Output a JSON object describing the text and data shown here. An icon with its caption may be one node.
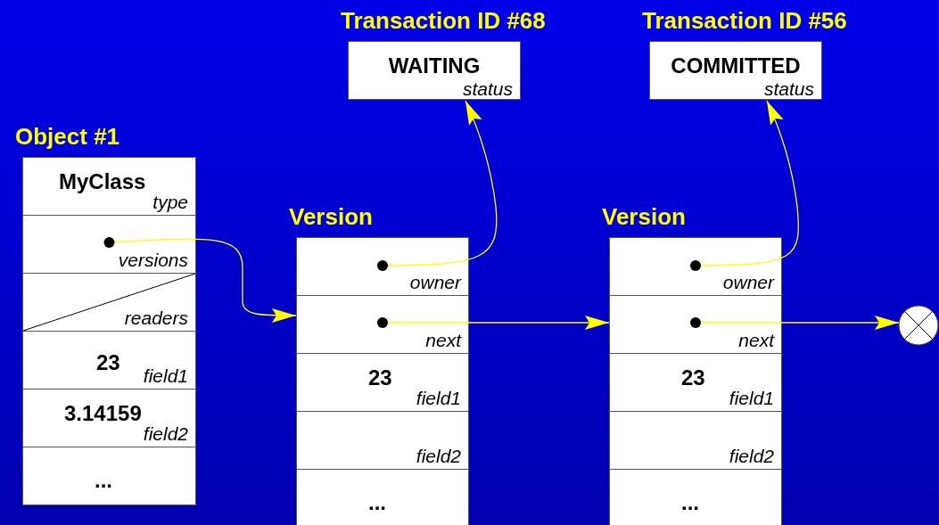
{
  "diagram": {
    "nodes": [
      {
        "text": [
          "Transaction ID #68",
          "WAITING",
          "status"
        ]
      },
      {
        "text": [
          "Transaction ID #56",
          "COMMITTED",
          "status"
        ]
      },
      {
        "text": [
          "Object #1"
        ]
      },
      {
        "text": [
          "MyClass",
          "type"
        ],
        "in": 2
      },
      {
        "text": [
          "versions"
        ],
        "in": 2
      },
      {
        "text": [
          "readers"
        ],
        "in": 2
      },
      {
        "text": [
          "23",
          "field1"
        ],
        "in": 2
      },
      {
        "text": [
          "3.14159",
          "field2"
        ],
        "in": 2
      },
      {
        "text": [
          "..."
        ],
        "in": 2
      },
      {
        "text": [
          "Version"
        ]
      },
      {
        "text": [
          "owner"
        ],
        "in": 9
      },
      {
        "text": [
          "next"
        ],
        "in": 9
      },
      {
        "text": [
          "23",
          "field1"
        ],
        "in": 9
      },
      {
        "text": [
          "field2"
        ],
        "in": 9
      },
      {
        "text": [
          "..."
        ],
        "in": 9
      },
      {
        "text": [
          "Version"
        ]
      },
      {
        "text": [
          "owner"
        ],
        "in": 15
      },
      {
        "text": [
          "next"
        ],
        "in": 15
      },
      {
        "text": [
          "23",
          "field1"
        ],
        "in": 15
      },
      {
        "text": [
          "field2"
        ],
        "in": 15
      },
      {
        "text": [
          "..."
        ],
        "in": 15
      },
      {
        "text": [],
        "shape": "circle"
      }
    ],
    "edges": [
      {
        "from": 4,
        "to": 9,
        "arrow": "to"
      },
      {
        "from": 10,
        "to": 0,
        "arrow": "to"
      },
      {
        "from": 11,
        "to": 15,
        "arrow": "to"
      },
      {
        "from": 16,
        "to": 1,
        "arrow": "to"
      },
      {
        "from": 17,
        "to": 21,
        "arrow": "to"
      }
    ]
  }
}
